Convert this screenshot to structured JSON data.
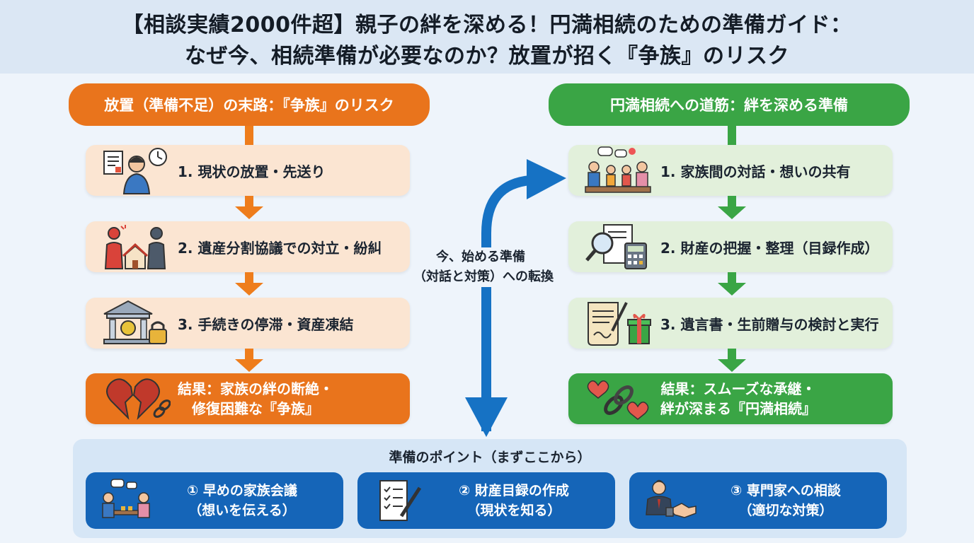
{
  "header": {
    "line1": "【相談実績2000件超】親子の絆を深める！円満相続のための準備ガイド：",
    "line2": "なぜ今、相続準備が必要なのか？放置が招く『争族』のリスク"
  },
  "left": {
    "title": "放置（準備不足）の末路：『争族』のリスク",
    "steps": [
      {
        "label": "1. 現状の放置・先送り",
        "icon": "person-document-clock-icon"
      },
      {
        "label": "2. 遺産分割協議での対立・紛糾",
        "icon": "arguing-people-house-icon"
      },
      {
        "label": "3. 手続きの停滞・資産凍結",
        "icon": "bank-lock-icon"
      }
    ],
    "result": {
      "line1": "結果：家族の絆の断絶・",
      "line2": "修復困難な『争族』",
      "icon": "broken-heart-chain-icon"
    }
  },
  "right": {
    "title": "円満相続への道筋：絆を深める準備",
    "steps": [
      {
        "label": "1. 家族間の対話・想いの共有",
        "icon": "family-conversation-icon"
      },
      {
        "label": "2. 財産の把握・整理（目録作成）",
        "icon": "magnifier-calculator-icon"
      },
      {
        "label": "3. 遺言書・生前贈与の検討と実行",
        "icon": "will-gift-icon"
      }
    ],
    "result": {
      "line1": "結果：スムーズな承継・",
      "line2": "絆が深まる『円満相続』",
      "icon": "chain-hearts-icon"
    }
  },
  "center": {
    "line1": "今、始める準備",
    "line2": "（対話と対策）への転換"
  },
  "points": {
    "title": "準備のポイント（まずここから）",
    "items": [
      {
        "line1": "① 早めの家族会議",
        "line2": "（想いを伝える）",
        "icon": "family-meeting-icon"
      },
      {
        "line1": "② 財産目録の作成",
        "line2": "（現状を知る）",
        "icon": "checklist-pen-icon"
      },
      {
        "line1": "③ 専門家への相談",
        "line2": "（適切な対策）",
        "icon": "handshake-expert-icon"
      }
    ]
  },
  "colors": {
    "orange": "#e9741c",
    "green": "#3aa545",
    "blue": "#1565b8"
  }
}
